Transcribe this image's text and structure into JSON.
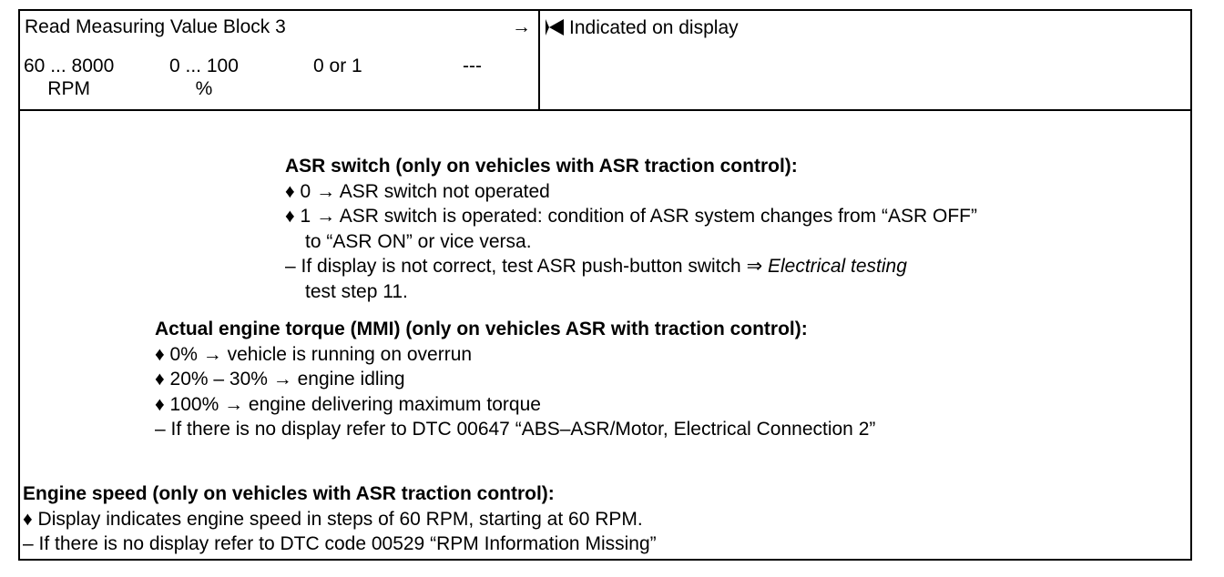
{
  "header": {
    "block_title": "Read Measuring Value Block  3",
    "arrow": "→",
    "fields": [
      {
        "range": "60 ... 8000",
        "unit": "RPM"
      },
      {
        "range": "0 ... 100",
        "unit": "%"
      },
      {
        "range": "0 or 1",
        "unit": ""
      },
      {
        "range": "---",
        "unit": ""
      }
    ],
    "indicated_label": "Indicated on display"
  },
  "sections": {
    "asr_switch": {
      "heading": "ASR switch (only on vehicles with ASR traction control):",
      "lines": [
        "♦ 0 → ASR switch not operated",
        "♦ 1 → ASR switch is operated:  condition of ASR system changes from “ASR OFF”",
        "to “ASR ON” or vice versa.",
        "– If display is not correct, test ASR push-button switch ⇒ ",
        "Electrical testing",
        "test step 11."
      ]
    },
    "engine_torque": {
      "heading": "Actual engine torque (MMI) (only on vehicles ASR with traction control):",
      "lines": [
        "♦ 0% → vehicle is running on overrun",
        "♦ 20% – 30% → engine idling",
        "♦ 100% → engine delivering maximum torque",
        "– If there is no display refer to DTC 00647 “ABS–ASR/Motor, Electrical Connection 2”"
      ]
    },
    "engine_speed": {
      "heading": "Engine speed (only on vehicles with ASR traction control):",
      "lines": [
        "♦ Display indicates engine speed in steps of 60 RPM, starting at 60 RPM.",
        "– If there is no display refer to DTC code 00529 “RPM Information Missing”"
      ]
    }
  }
}
